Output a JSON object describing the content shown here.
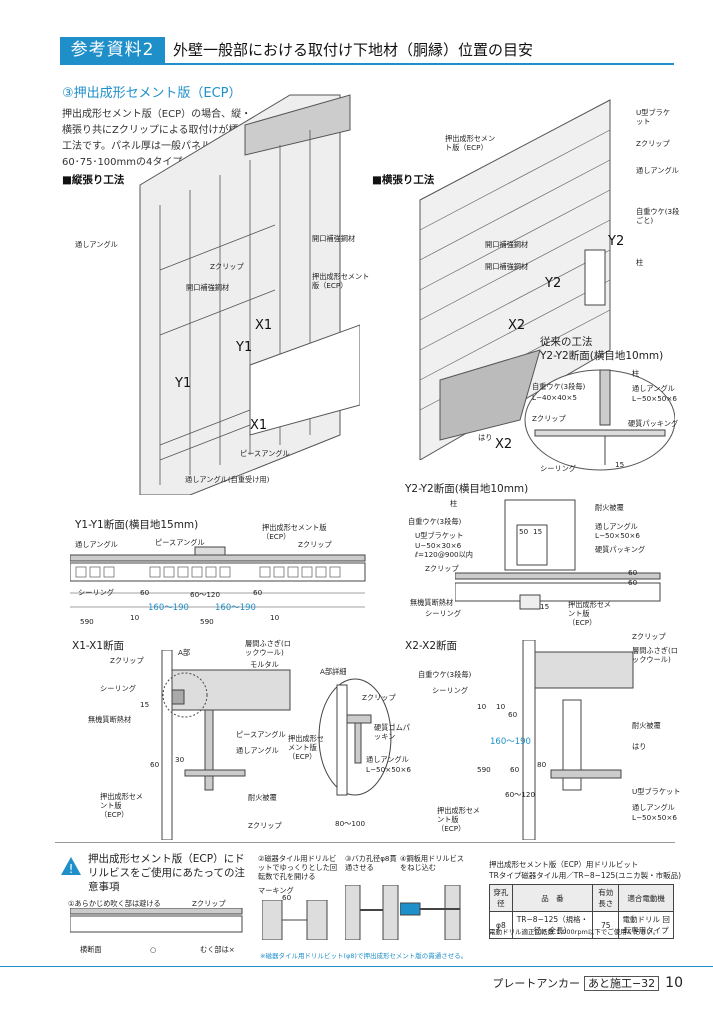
{
  "header": {
    "tag": "参考資料2",
    "title": "外壁一般部における取付け下地材（胴縁）位置の目安"
  },
  "section": {
    "title": "③押出成形セメント版（ECP）",
    "intro": "押出成形セメント版（ECP）の場合、縦・横張り共にZクリップによる取付けが標準工法です。パネル厚は一般パネルで、50･60･75･100mmの4タイプ。"
  },
  "fig1": {
    "title": "■縦張り工法",
    "labels": [
      "通しアングル",
      "Zクリップ",
      "開口補強鋼材",
      "開口補強鋼材",
      "押出成形セメント版（ECP）",
      "X1",
      "Y1",
      "Y1",
      "X1",
      "ピースアングル",
      "通しアングル(自重受け用)"
    ]
  },
  "fig2": {
    "title": "■横張り工法",
    "labels": [
      "押出成形セメント版（ECP）",
      "U型ブラケット",
      "Zクリップ",
      "通しアングル",
      "自重ウケ(3段ごと)",
      "Y2",
      "柱",
      "開口補強鋼材",
      "開口補強鋼材",
      "Y2",
      "X2",
      "X2"
    ]
  },
  "fig3": {
    "title1": "従来の工法",
    "title2": "Y2-Y2断面(横目地10mm)",
    "labels": [
      "柱",
      "自重ウケ(3段毎)",
      "L−40×40×5",
      "通しアングル",
      "L−50×50×6",
      "Zクリップ",
      "硬質パッキング",
      "はり",
      "シーリング",
      "15"
    ]
  },
  "fig4": {
    "title": "Y1-Y1断面(横目地15mm)",
    "labels": [
      "押出成形セメント版（ECP）",
      "通しアングル",
      "ピースアングル",
      "Zクリップ",
      "シーリング",
      "60",
      "60〜120",
      "60",
      "160〜190",
      "160〜190",
      "590",
      "590",
      "10",
      "10"
    ]
  },
  "fig5": {
    "title": "Y2-Y2断面(横目地10mm)",
    "labels": [
      "柱",
      "耐火被覆",
      "自重ウケ(3段毎)",
      "通しアングル",
      "L−50×50×6",
      "U型ブラケット",
      "U−50×30×6",
      "ℓ=120@900以内",
      "硬質パッキング",
      "Zクリップ",
      "無機質断熱材",
      "シーリング",
      "押出成形セメント版（ECP）",
      "50",
      "15",
      "60",
      "60",
      "15"
    ]
  },
  "fig6": {
    "title": "X1-X1断面",
    "labels": [
      "A部",
      "層間ふさぎ(ロックウール)",
      "モルタル",
      "Zクリップ",
      "シーリング",
      "無機質断熱材",
      "ピースアングル",
      "通しアングル",
      "押出成形セメント版（ECP）",
      "耐火被覆",
      "Zクリップ",
      "60",
      "30",
      "15"
    ]
  },
  "fig7": {
    "title": "A部詳細",
    "labels": [
      "Zクリップ",
      "押出成形セメント版（ECP）",
      "硬質ゴムパッキン",
      "通しアングル",
      "L−50×50×6",
      "80〜100"
    ]
  },
  "fig8": {
    "title": "X2-X2断面",
    "labels": [
      "Zクリップ",
      "層間ふさぎ(ロックウール)",
      "自重ウケ(3段毎)",
      "シーリング",
      "耐火被覆",
      "はり",
      "U型ブラケット",
      "通しアングル",
      "L−50×50×6",
      "押出成形セメント版（ECP）",
      "590",
      "160〜190",
      "60〜120",
      "60",
      "60",
      "10",
      "10",
      "80"
    ]
  },
  "notice": {
    "title": "押出成形セメント版（ECP）にドリルビスをご使用にあたっての注意事項",
    "step1": "①あらかじめ吹く部は避ける",
    "step1_clip": "Zクリップ",
    "step1_bottom": "横断面",
    "step1_mark": "○",
    "step1_note": "むく部は×",
    "step2": "②磁器タイル用ドリルビットでゆっくりとした回転数で孔を開ける",
    "step2_mark": "マーキング",
    "step2_dim": "60",
    "step3": "③バカ孔径φ8貫通させる",
    "step4": "④鋼板用ドリルビスをねじ込む",
    "footnote": "※磁器タイル用ドリルビット(φ8)で押出成形セメント版の貫通させる。"
  },
  "table": {
    "title1": "押出成形セメント版（ECP）用ドリルビット",
    "title2": "TRタイプ磁器タイル用／TR−8−125(ユニカ製・市販品)",
    "headers": [
      "穿孔径",
      "品　番",
      "有効長さ",
      "適合電動機"
    ],
    "row": [
      "φ8",
      "TR−8−125（規格・径・全長）",
      "75",
      "電動ドリル 回転専用タイプ"
    ],
    "note": "電動ドリル適正回転数 1,000rpm以下でご使用ください。"
  },
  "footer": {
    "brand": "プレートアンカー",
    "section": "あと施工−32",
    "page": "10"
  }
}
